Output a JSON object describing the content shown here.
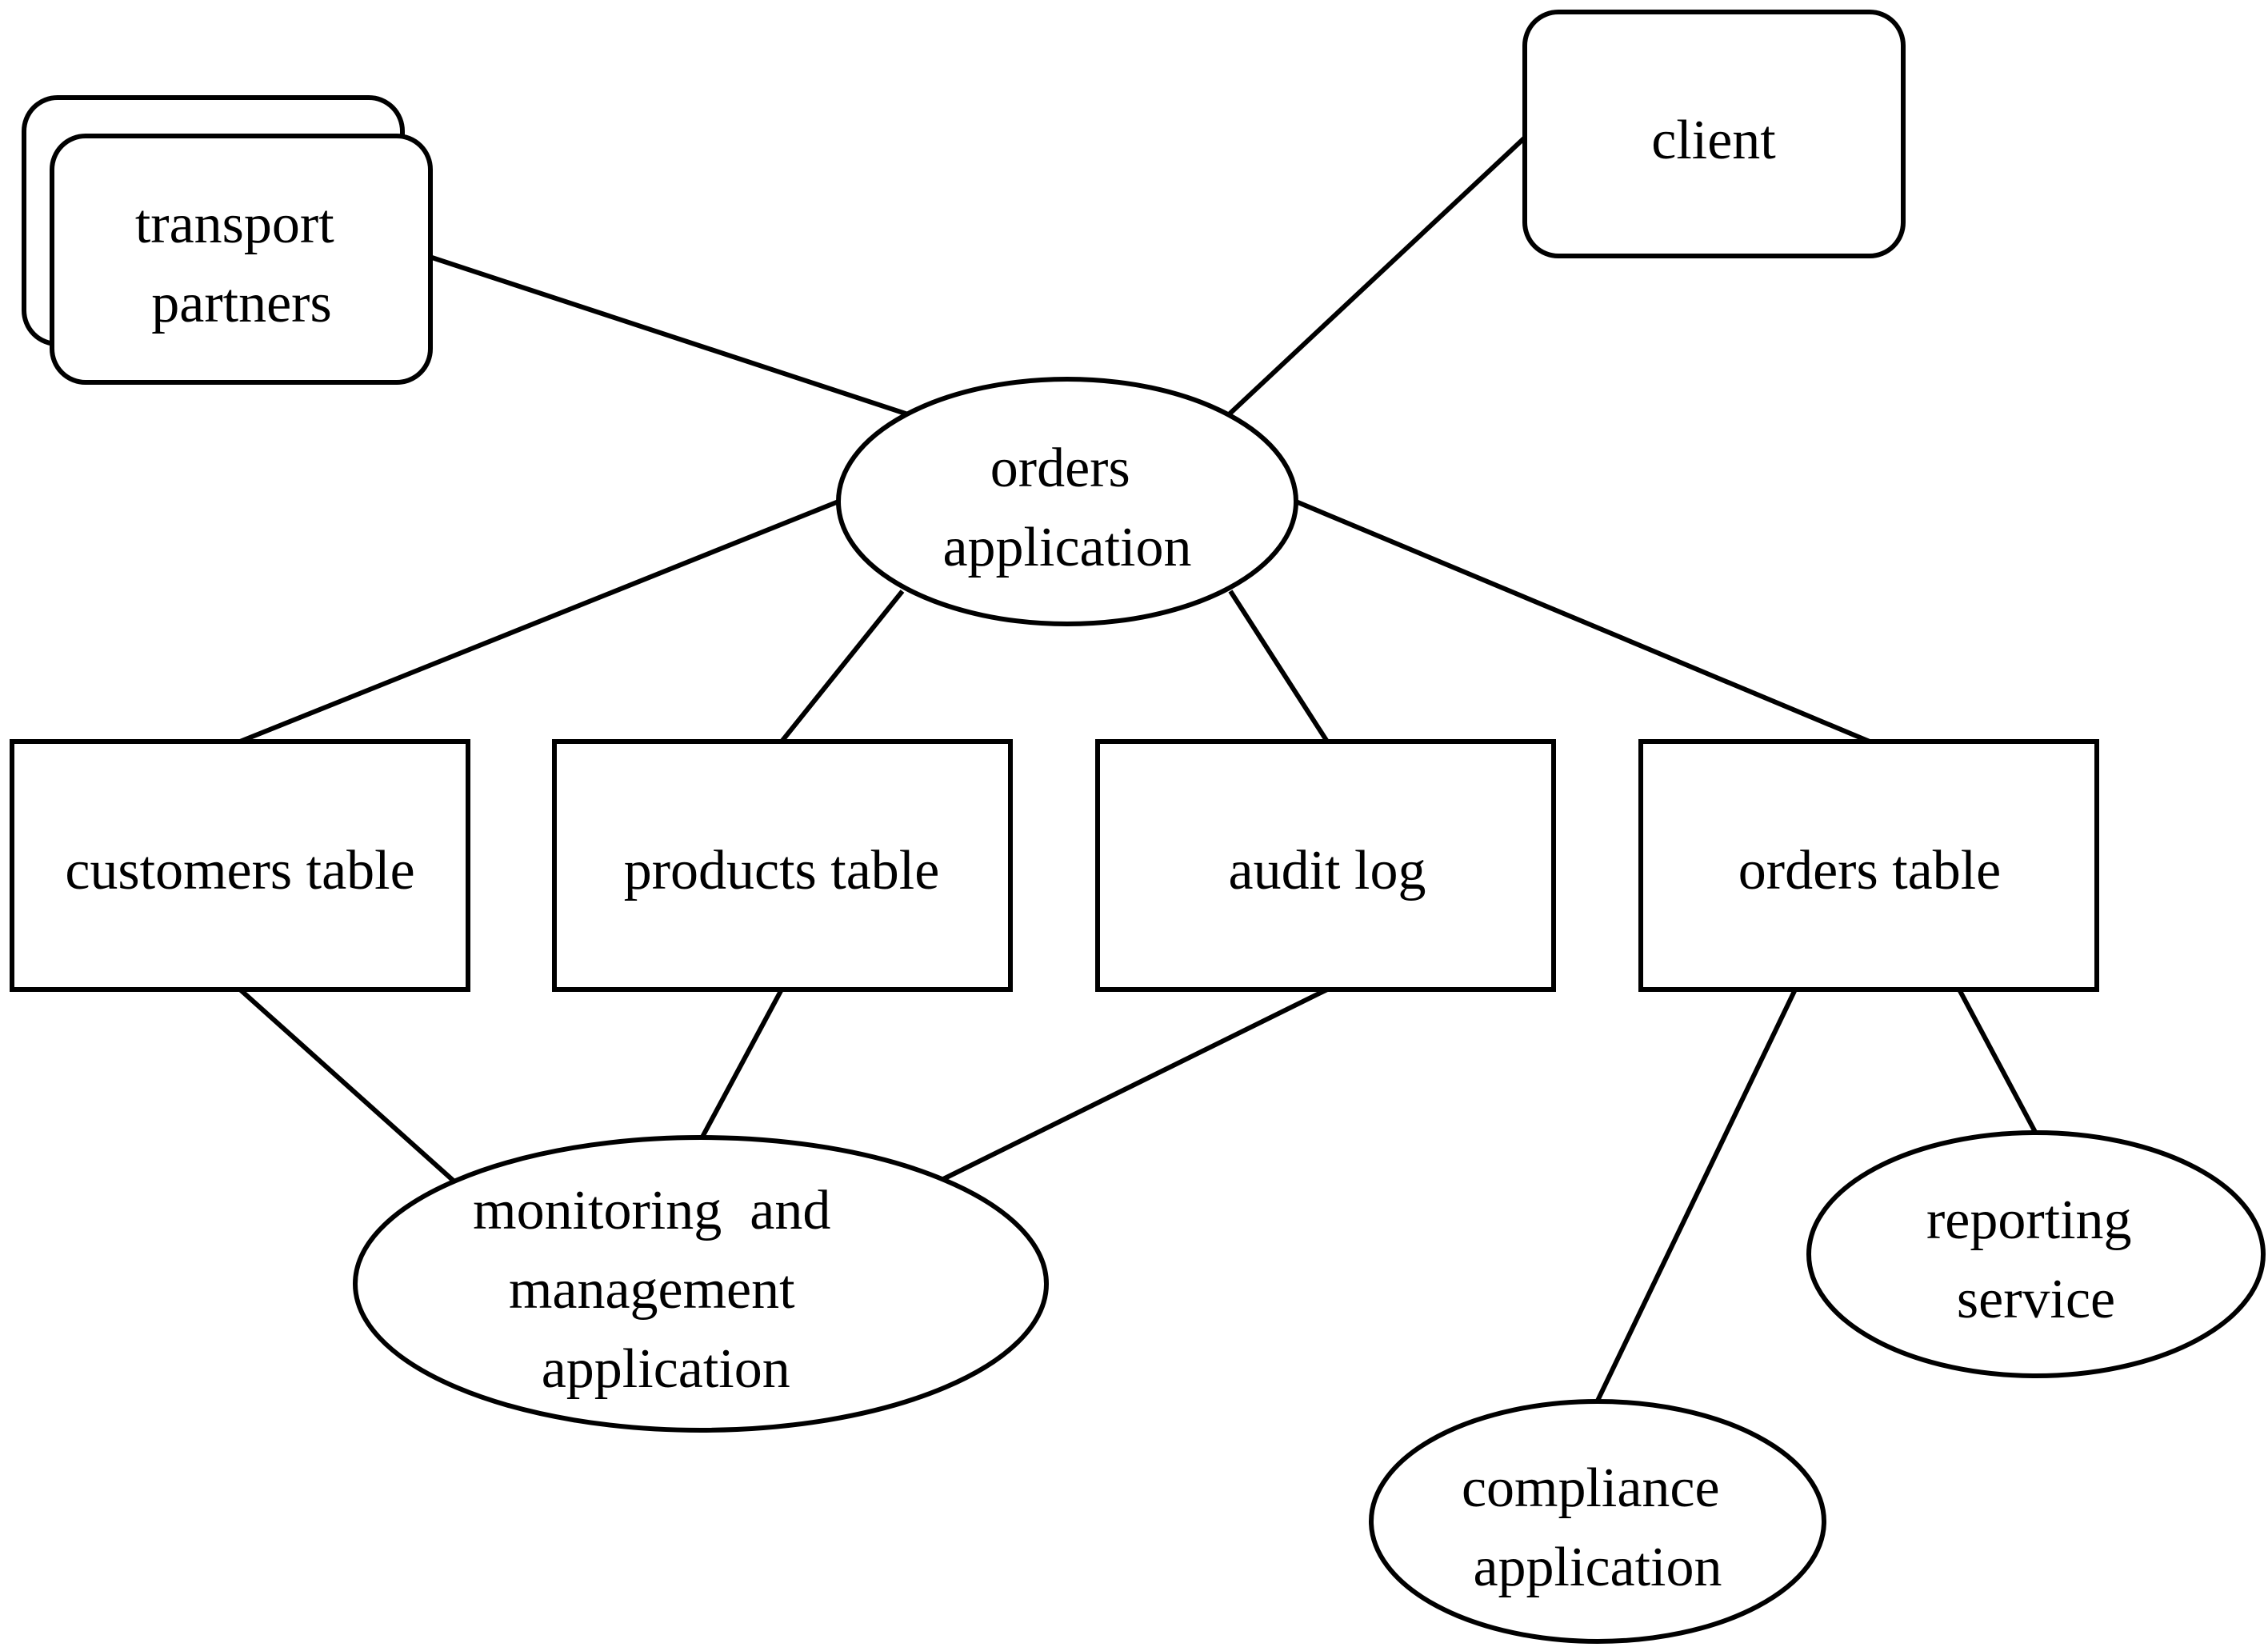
{
  "nodes": {
    "transport_partners": {
      "lines": [
        "transport",
        "partners"
      ],
      "shape": "stacked-rounded-rect"
    },
    "client": {
      "lines": [
        "client"
      ],
      "shape": "rounded-rect"
    },
    "orders_application": {
      "lines": [
        "orders",
        "application"
      ],
      "shape": "ellipse"
    },
    "customers_table": {
      "lines": [
        "customers table"
      ],
      "shape": "rect"
    },
    "products_table": {
      "lines": [
        "products table"
      ],
      "shape": "rect"
    },
    "audit_log": {
      "lines": [
        "audit log"
      ],
      "shape": "rect"
    },
    "orders_table": {
      "lines": [
        "orders table"
      ],
      "shape": "rect"
    },
    "monitoring_app": {
      "lines": [
        "monitoring  and",
        "management",
        "application"
      ],
      "shape": "ellipse"
    },
    "reporting_service": {
      "lines": [
        "reporting",
        "service"
      ],
      "shape": "ellipse"
    },
    "compliance_app": {
      "lines": [
        "compliance",
        "application"
      ],
      "shape": "ellipse"
    }
  },
  "edges": [
    [
      "transport_partners",
      "orders_application"
    ],
    [
      "client",
      "orders_application"
    ],
    [
      "orders_application",
      "customers_table"
    ],
    [
      "orders_application",
      "products_table"
    ],
    [
      "orders_application",
      "audit_log"
    ],
    [
      "orders_application",
      "orders_table"
    ],
    [
      "customers_table",
      "monitoring_app"
    ],
    [
      "products_table",
      "monitoring_app"
    ],
    [
      "audit_log",
      "monitoring_app"
    ],
    [
      "orders_table",
      "compliance_app"
    ],
    [
      "orders_table",
      "reporting_service"
    ]
  ],
  "colors": {
    "stroke": "#000000",
    "fill": "#ffffff"
  }
}
